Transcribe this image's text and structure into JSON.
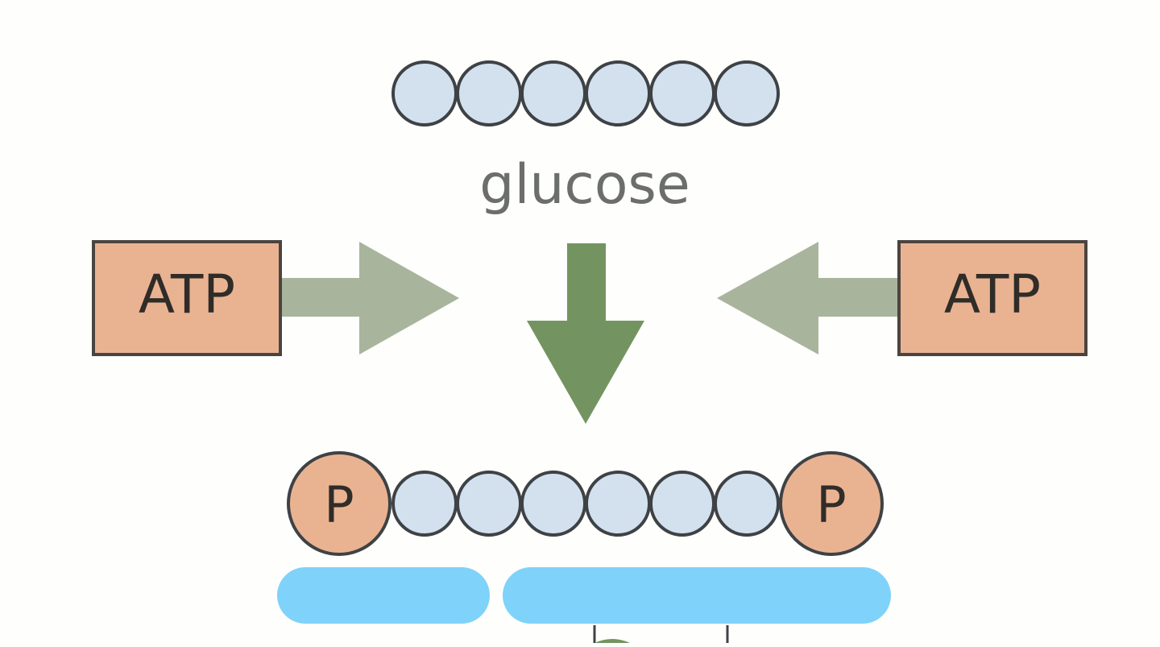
{
  "diagram": {
    "glucose_label": "glucose",
    "glucose_carbon_count": 6,
    "atp_left_label": "ATP",
    "atp_right_label": "ATP",
    "phosphate_left_label": "P",
    "phosphate_right_label": "P",
    "product_carbon_count": 6
  },
  "colors": {
    "background": "#fefefc",
    "carbon_fill": "#d3e1ef",
    "carbon_stroke": "#3e4245",
    "atp_fill": "#e9b392",
    "atp_stroke": "#4a4440",
    "phosphate_fill": "#e9b392",
    "side_arrow": "#a9b49c",
    "main_arrow": "#739460",
    "label_text": "#6b6e6a",
    "dark_text": "#302c28",
    "cyan_bar": "#7fd2fa"
  }
}
